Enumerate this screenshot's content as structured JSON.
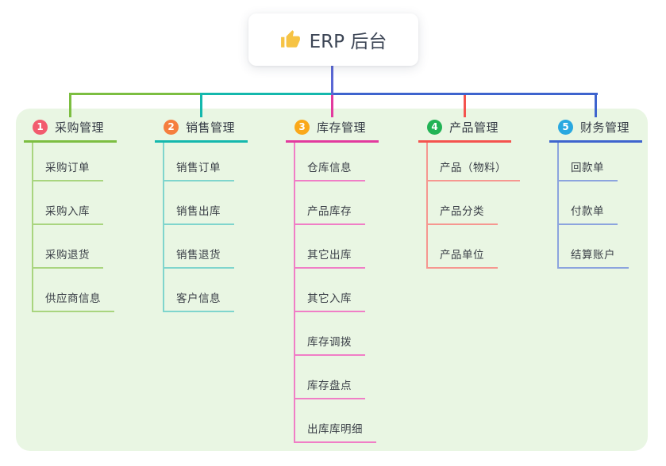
{
  "root": {
    "title": "ERP 后台",
    "icon": "thumbs-up-icon",
    "icon_color": "#F6C344",
    "line_color": "#5A67D5"
  },
  "panel": {
    "bg_color": "#E9F6E3"
  },
  "branches": [
    {
      "badge": "1",
      "label": "采购管理",
      "line_color": "#7CBE41",
      "child_line_color": "#A9D57F",
      "badge_color": "#F25B6E",
      "children": [
        "采购订单",
        "采购入库",
        "采购退货",
        "供应商信息"
      ]
    },
    {
      "badge": "2",
      "label": "销售管理",
      "line_color": "#14B8AD",
      "child_line_color": "#7FD5CD",
      "badge_color": "#F57E3E",
      "children": [
        "销售订单",
        "销售出库",
        "销售退货",
        "客户信息"
      ]
    },
    {
      "badge": "3",
      "label": "库存管理",
      "line_color": "#E23A9E",
      "child_line_color": "#F07EC6",
      "badge_color": "#FAA819",
      "children": [
        "仓库信息",
        "产品库存",
        "其它出库",
        "其它入库",
        "库存调拨",
        "库存盘点",
        "出库库明细"
      ]
    },
    {
      "badge": "4",
      "label": "产品管理",
      "line_color": "#F4534E",
      "child_line_color": "#F69790",
      "badge_color": "#22B355",
      "children": [
        "产品（物料）",
        "产品分类",
        "产品单位"
      ]
    },
    {
      "badge": "5",
      "label": "财务管理",
      "line_color": "#3E64CE",
      "child_line_color": "#8CA4DE",
      "badge_color": "#29A8E0",
      "children": [
        "回款单",
        "付款单",
        "结算账户"
      ]
    }
  ]
}
